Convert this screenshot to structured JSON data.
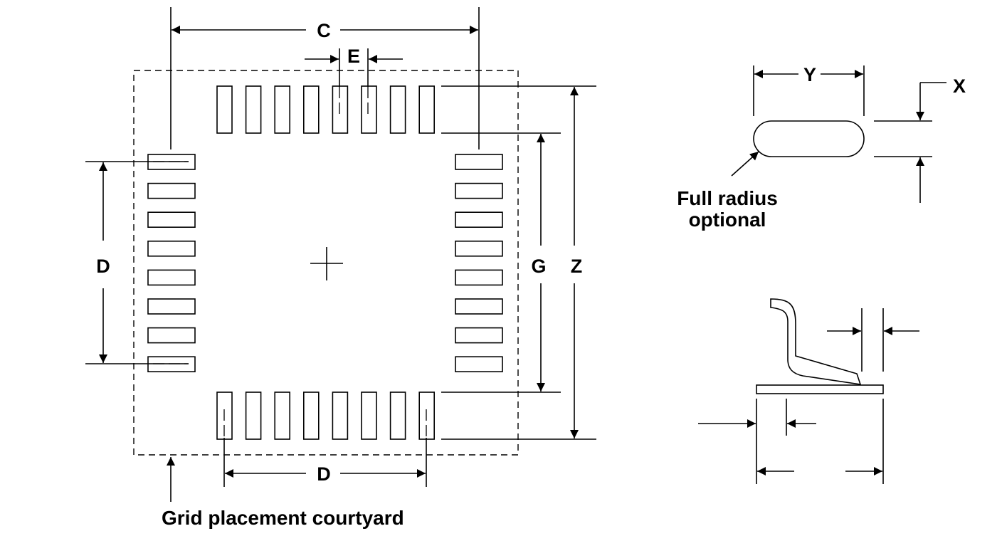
{
  "labels": {
    "c": "C",
    "e": "E",
    "d_left": "D",
    "d_bottom": "D",
    "g": "G",
    "z": "Z",
    "y": "Y",
    "x": "X"
  },
  "captions": {
    "full_radius_line1": "Full radius",
    "full_radius_line2": "optional",
    "courtyard": "Grid placement courtyard"
  },
  "pads_per_side": 8
}
